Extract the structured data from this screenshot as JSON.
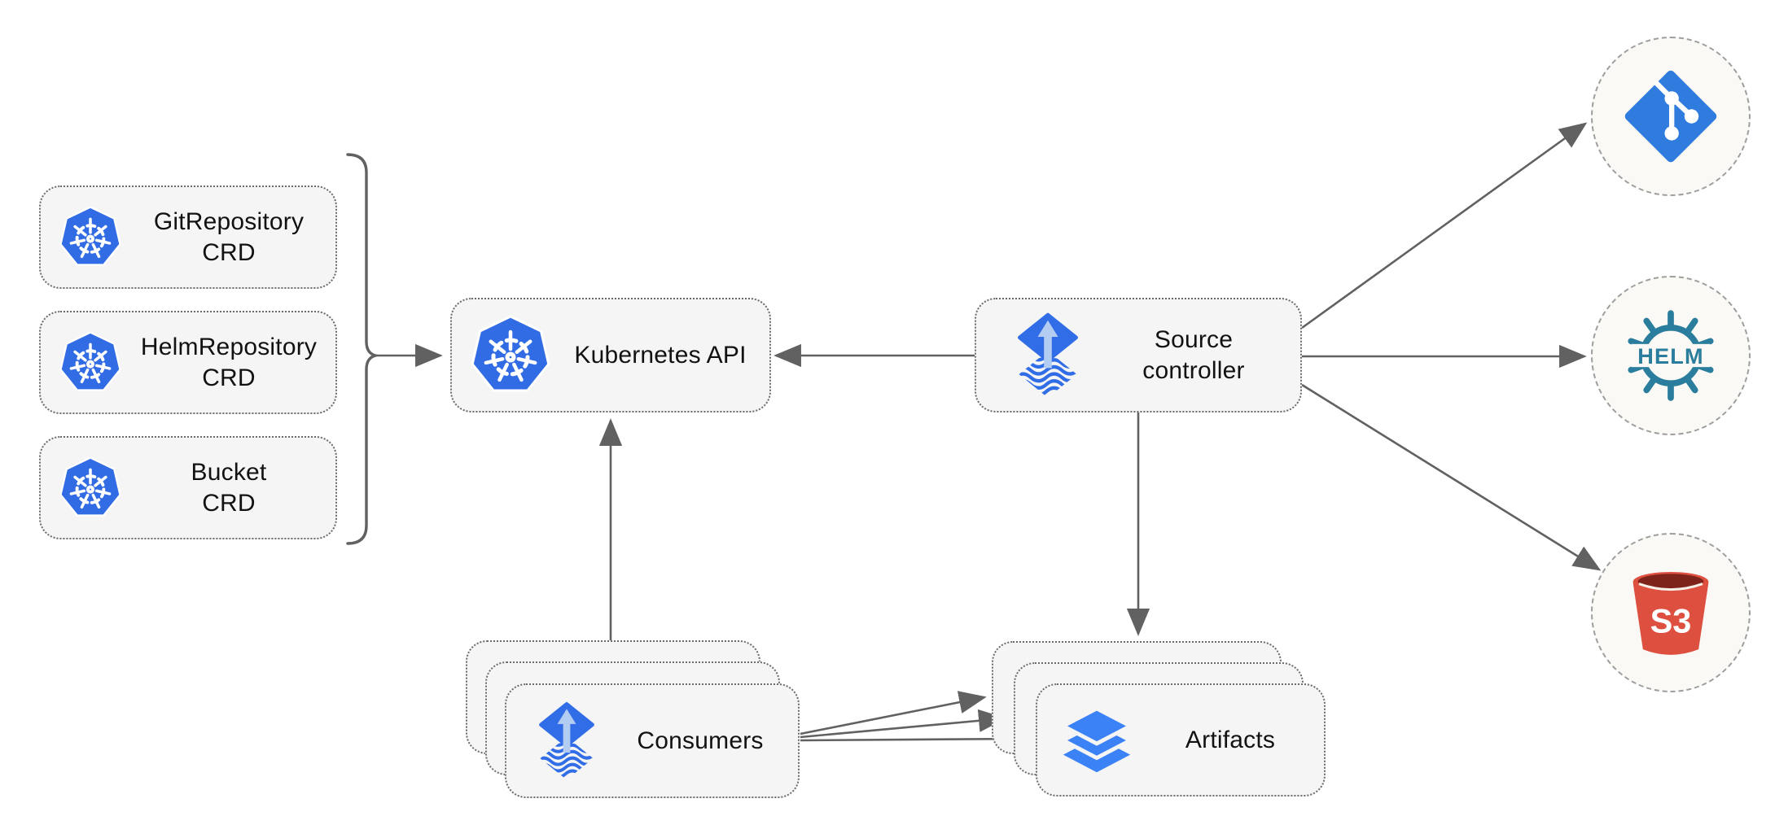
{
  "colors": {
    "box_fill": "#f5f5f5",
    "box_border": "#6b6b6b",
    "arrow": "#616161",
    "circle_fill": "#faf9f5",
    "circle_border": "#9e9e9e",
    "kubernetes_blue": "#326CE5",
    "flux_blue": "#316DE6",
    "flux_light": "#B3CCF1",
    "git_blue": "#2F7CDE",
    "helm_teal": "#2A7D9C",
    "s3_red": "#DD4F3F",
    "s3_dark": "#7E231A",
    "layers_blue": "#3B82F6"
  },
  "nodes": {
    "crd_list": [
      {
        "line1": "GitRepository",
        "line2": "CRD",
        "icon": "kubernetes-icon"
      },
      {
        "line1": "HelmRepository",
        "line2": "CRD",
        "icon": "kubernetes-icon"
      },
      {
        "line1": "Bucket",
        "line2": "CRD",
        "icon": "kubernetes-icon"
      }
    ],
    "kubernetes_api": {
      "label": "Kubernetes API",
      "icon": "kubernetes-icon"
    },
    "source_controller": {
      "line1": "Source",
      "line2": "controller",
      "icon": "flux-icon"
    },
    "consumers": {
      "label": "Consumers",
      "icon": "flux-icon",
      "stack_count": 3
    },
    "artifacts": {
      "label": "Artifacts",
      "icon": "layers-icon",
      "stack_count": 3
    },
    "externals": [
      {
        "name": "git",
        "icon": "git-icon"
      },
      {
        "name": "helm",
        "icon": "helm-icon",
        "icon_text": "HELM"
      },
      {
        "name": "s3",
        "icon": "s3-icon",
        "icon_text": "S3"
      }
    ]
  }
}
